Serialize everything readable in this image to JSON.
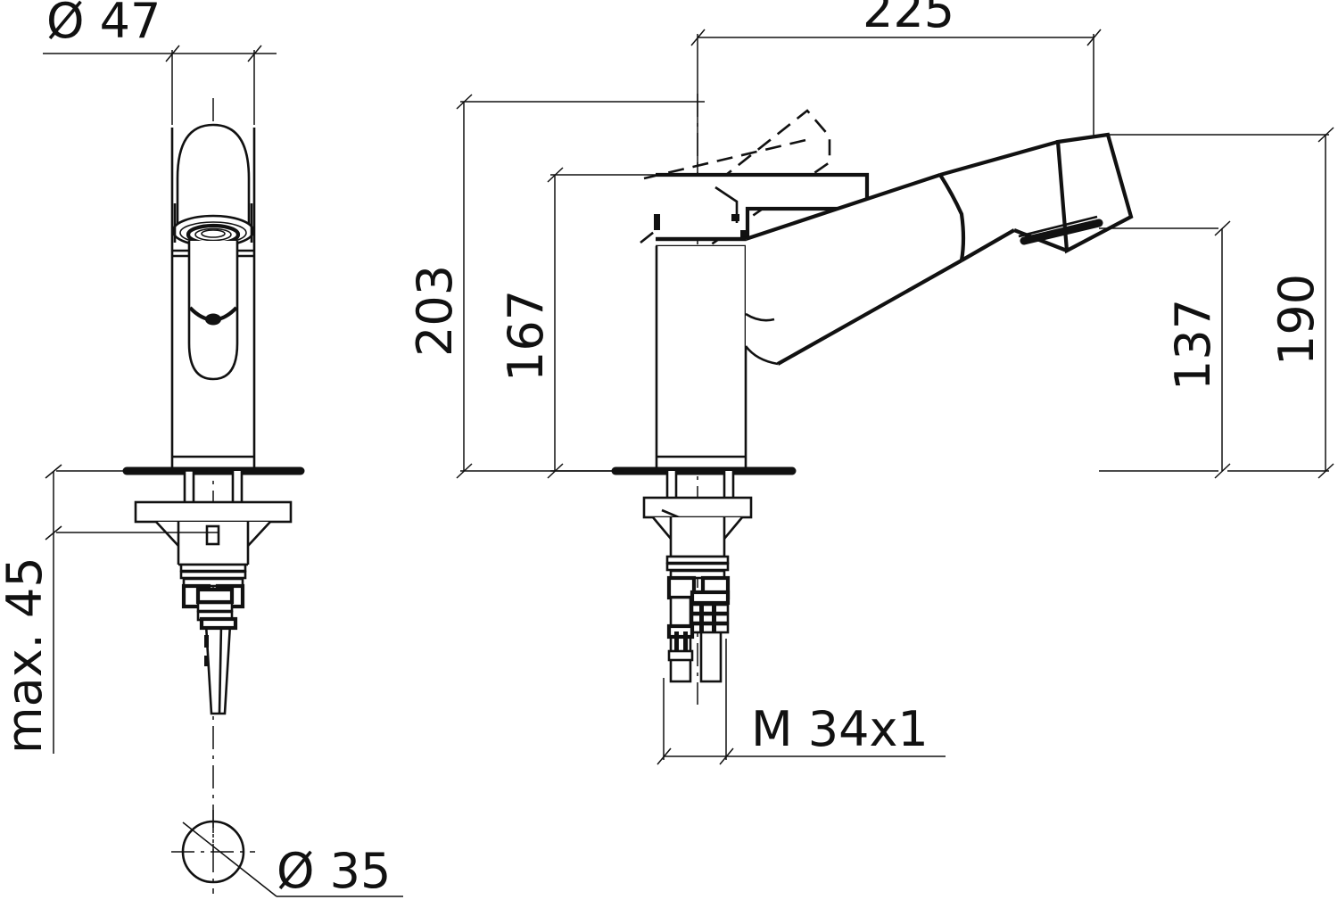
{
  "drawing": {
    "type": "technical-dimension-drawing",
    "subject": "single-lever pull-out kitchen mixer tap",
    "units": "mm",
    "views": [
      {
        "name": "front-view",
        "position": "left"
      },
      {
        "name": "side-view",
        "position": "right"
      }
    ],
    "background_color": "#ffffff",
    "line_color": "#111111"
  },
  "dimensions": {
    "dia_47": {
      "label": "Ø 47",
      "value": 47,
      "orientation": "horizontal",
      "view": "front-view",
      "feature": "handle-body-diameter"
    },
    "max_45": {
      "label": "max. 45",
      "value": 45,
      "orientation": "vertical",
      "view": "front-view",
      "feature": "max-countertop-thickness"
    },
    "dia_35": {
      "label": "Ø 35",
      "value": 35,
      "orientation": "leader",
      "view": "front-view",
      "feature": "mounting-hole-diameter"
    },
    "len_225": {
      "label": "225",
      "value": 225,
      "orientation": "horizontal",
      "view": "side-view",
      "feature": "spout-reach"
    },
    "hgt_203": {
      "label": "203",
      "value": 203,
      "orientation": "vertical",
      "view": "side-view",
      "feature": "overall-height"
    },
    "hgt_167": {
      "label": "167",
      "value": 167,
      "orientation": "vertical",
      "view": "side-view",
      "feature": "height-to-lever-top"
    },
    "hgt_137": {
      "label": "137",
      "value": 137,
      "orientation": "vertical",
      "view": "side-view",
      "feature": "spout-outlet-height"
    },
    "hgt_190": {
      "label": "190",
      "value": 190,
      "orientation": "vertical",
      "view": "side-view",
      "feature": "spout-top-height"
    },
    "thread_m34": {
      "label": "M 34x1",
      "value": null,
      "orientation": "horizontal",
      "view": "side-view",
      "feature": "shank-thread"
    }
  },
  "annotations": {
    "dia_symbol": "Ø",
    "max_prefix": "max."
  }
}
